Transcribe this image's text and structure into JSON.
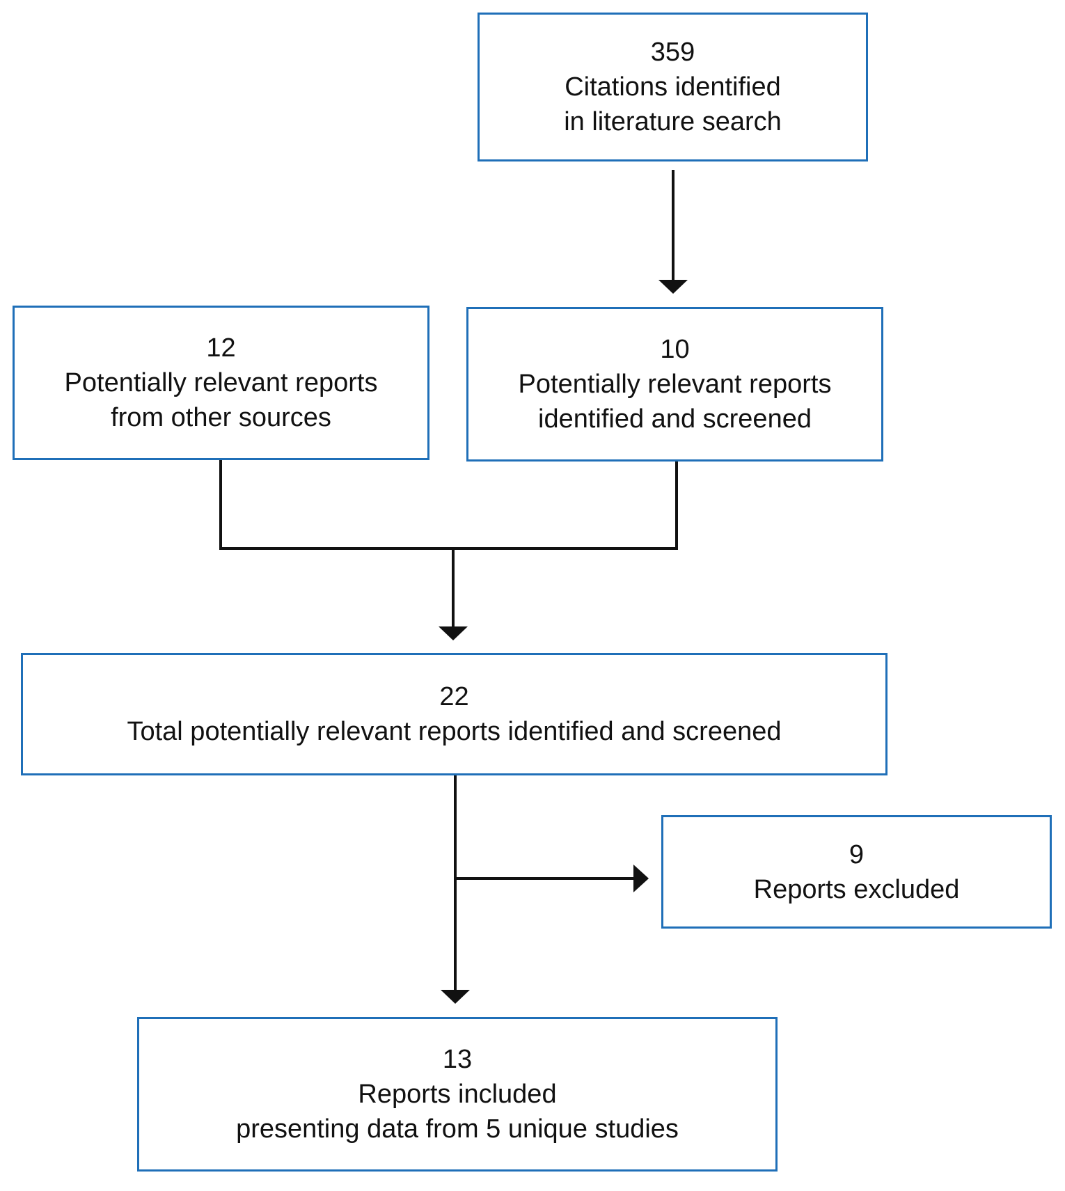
{
  "colors": {
    "box_border": "#1f6fb8",
    "connector": "#111111",
    "text": "#111111"
  },
  "boxes": {
    "citations": {
      "count": "359",
      "lines": [
        "Citations identified",
        "in literature search"
      ]
    },
    "other_sources": {
      "count": "12",
      "lines": [
        "Potentially relevant reports",
        "from other sources"
      ]
    },
    "screened": {
      "count": "10",
      "lines": [
        "Potentially relevant reports",
        "identified and screened"
      ]
    },
    "total": {
      "count": "22",
      "lines": [
        "Total potentially relevant reports identified and screened"
      ]
    },
    "excluded": {
      "count": "9",
      "lines": [
        "Reports excluded"
      ]
    },
    "included": {
      "count": "13",
      "lines": [
        "Reports included",
        "presenting data from 5 unique studies"
      ]
    }
  }
}
